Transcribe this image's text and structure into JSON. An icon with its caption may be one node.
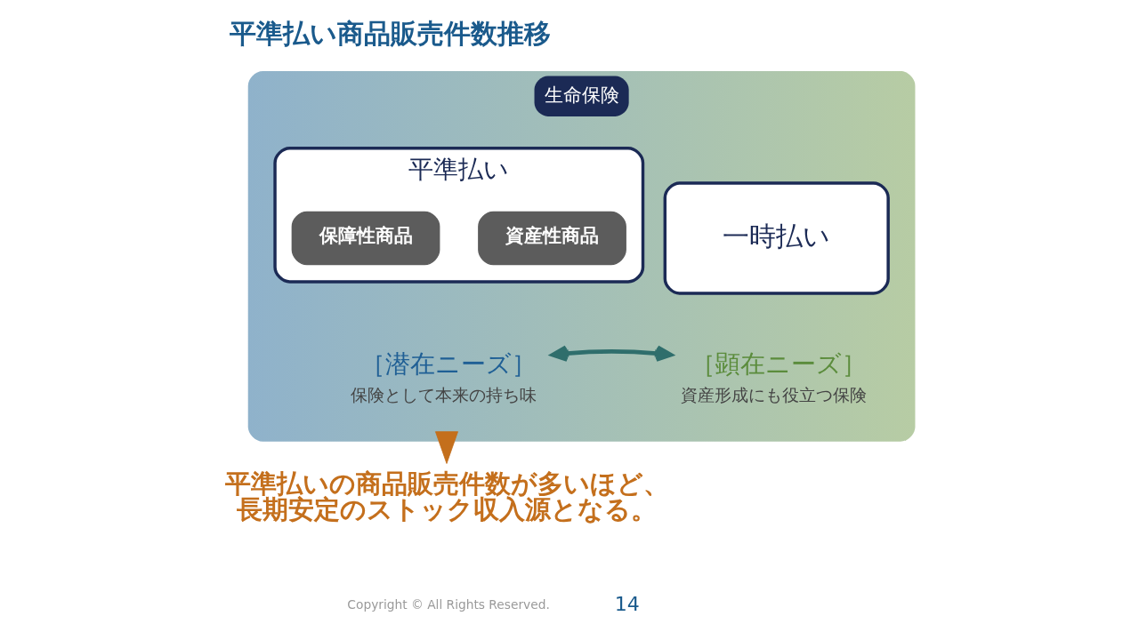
{
  "diagram": {
    "title": "平準払い商品販売件数推移",
    "nodes": [
      {
        "text": [
          "生命保険"
        ]
      },
      {
        "text": [
          "平準払い"
        ],
        "in": 0
      },
      {
        "text": [
          "保障性商品"
        ],
        "in": 1
      },
      {
        "text": [
          "資産性商品"
        ],
        "in": 1
      },
      {
        "text": [
          "一時払い"
        ],
        "in": 0
      },
      {
        "text": [
          "［潜在ニーズ］",
          "保険として本来の持ち味"
        ],
        "in": 0
      },
      {
        "text": [
          "［顕在ニーズ］",
          "資産形成にも役立つ保険"
        ],
        "in": 0
      },
      {
        "text": [
          "平準払いの商品販売件数が多いほど、長期安定のストック収入源となる。"
        ]
      }
    ],
    "edges": [
      {
        "from": 5,
        "to": 6,
        "arrow": "both",
        "color": "#2f6e6c"
      },
      {
        "from": 0,
        "to": 7,
        "arrow": "to",
        "color": "#c46f1c"
      }
    ],
    "labels": [
      "Copyright © All Rights Reserved.",
      "14"
    ]
  }
}
